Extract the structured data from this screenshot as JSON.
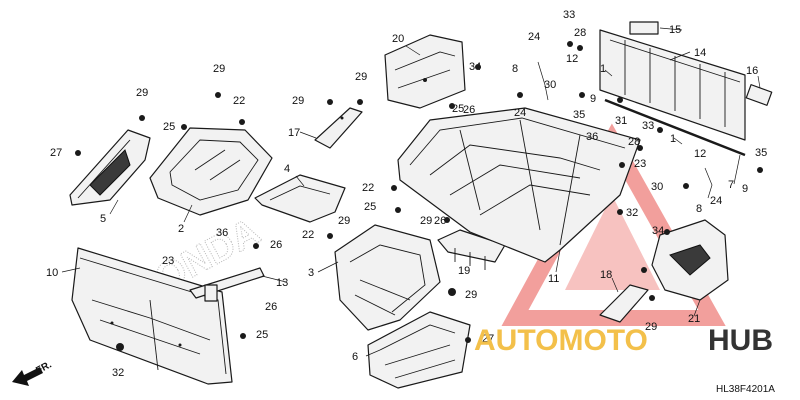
{
  "diagram_code": "HL38F4201A",
  "direction_label": "FR.",
  "watermark": {
    "auto": "AUTOMOTO",
    "hub": "HUB",
    "color_red": "#e8504a",
    "color_gold": "#f3c04a",
    "color_dark": "#333333"
  },
  "callouts": [
    "1",
    "1",
    "2",
    "3",
    "4",
    "5",
    "6",
    "7",
    "8",
    "8",
    "9",
    "9",
    "10",
    "11",
    "12",
    "12",
    "13",
    "14",
    "15",
    "16",
    "17",
    "18",
    "19",
    "20",
    "21",
    "22",
    "22",
    "22",
    "23",
    "23",
    "24",
    "24",
    "24",
    "25",
    "25",
    "25",
    "25",
    "26",
    "26",
    "26",
    "26",
    "27",
    "27",
    "28",
    "28",
    "29",
    "29",
    "29",
    "29",
    "29",
    "29",
    "29",
    "29",
    "30",
    "30",
    "31",
    "32",
    "32",
    "33",
    "33",
    "34",
    "34",
    "35",
    "35",
    "36",
    "36"
  ]
}
